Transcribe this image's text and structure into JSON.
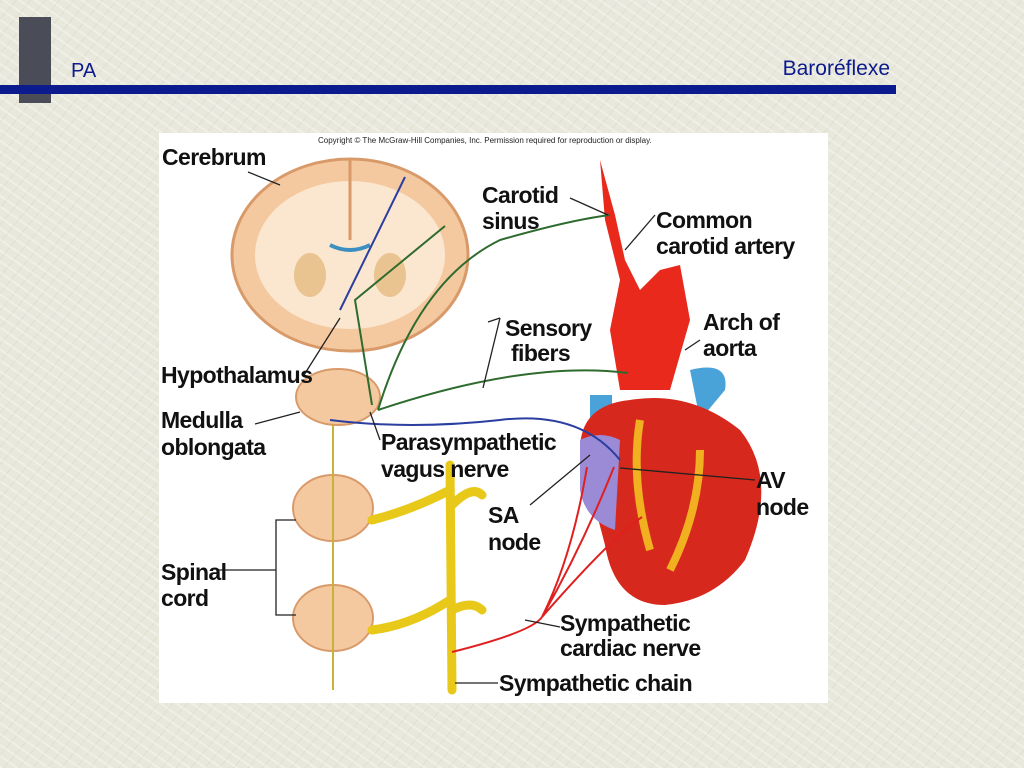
{
  "header": {
    "left_title": "PA",
    "right_title": "Baroréflexe"
  },
  "figure": {
    "copyright": "Copyright © The McGraw-Hill Companies, Inc. Permission required for reproduction or display.",
    "labels": {
      "cerebrum": "Cerebrum",
      "carotid_sinus": [
        "Carotid",
        "sinus"
      ],
      "common_carotid": [
        "Common",
        "carotid artery"
      ],
      "sensory_fibers": [
        "Sensory",
        "fibers"
      ],
      "arch_aorta": [
        "Arch of",
        "aorta"
      ],
      "hypothalamus": "Hypothalamus",
      "medulla": [
        "Medulla",
        "oblongata"
      ],
      "parasympathetic": [
        "Parasympathetic",
        "vagus nerve"
      ],
      "av_node": [
        "AV",
        "node"
      ],
      "sa_node": [
        "SA",
        "node"
      ],
      "spinal_cord": [
        "Spinal",
        "cord"
      ],
      "sympathetic_cardiac": [
        "Sympathetic",
        "cardiac nerve"
      ],
      "sympathetic_chain": "Sympathetic chain"
    },
    "colors": {
      "sensory": "#2e6b2e",
      "parasympathetic": "#2a3fa0",
      "sympathetic": "#e02020",
      "artery": "#e8291c",
      "tissue": "#f2c9a0"
    }
  }
}
